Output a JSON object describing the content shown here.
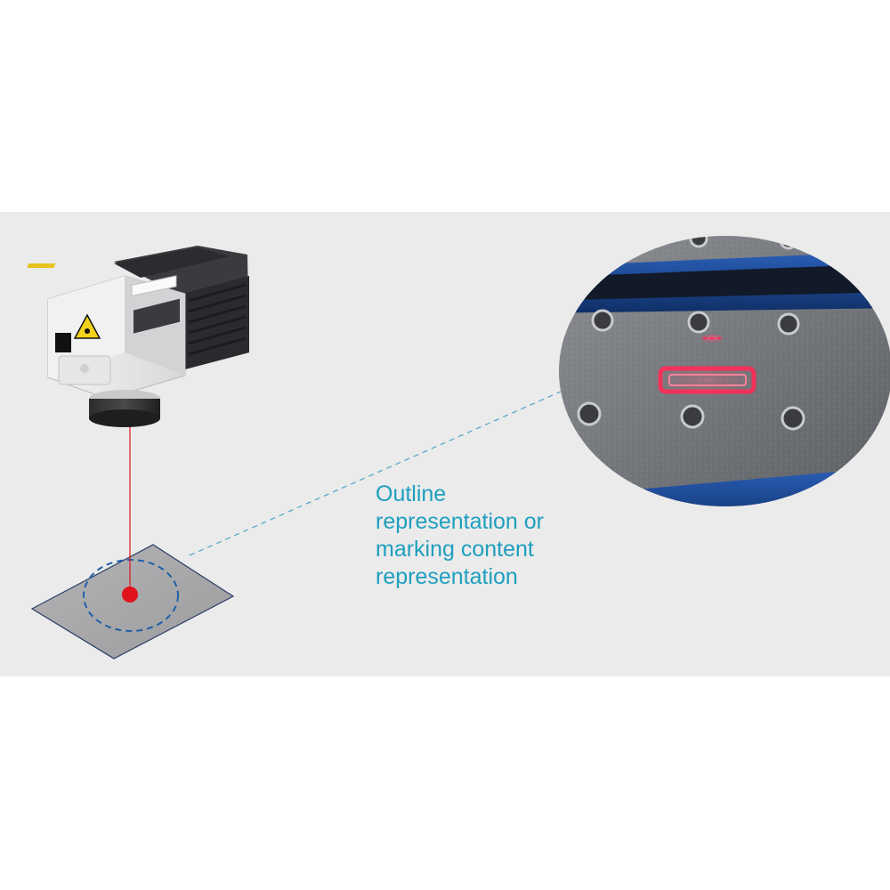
{
  "caption": {
    "lines": [
      "Outline",
      "representation or",
      "marking content",
      "representation"
    ]
  },
  "colors": {
    "band_background": "#ebebeb",
    "caption_text": "#1e9fbf",
    "laser_beam": "#e1141e",
    "dashed_outline": "#1f5fa8",
    "callout_line": "#5aa9c9",
    "work_plate": "#a9a9ab",
    "marking_glow": "#ff2a55"
  },
  "icons": {
    "laser_warning": "laser-warning-icon",
    "marking_head": "laser-marking-head-icon"
  }
}
